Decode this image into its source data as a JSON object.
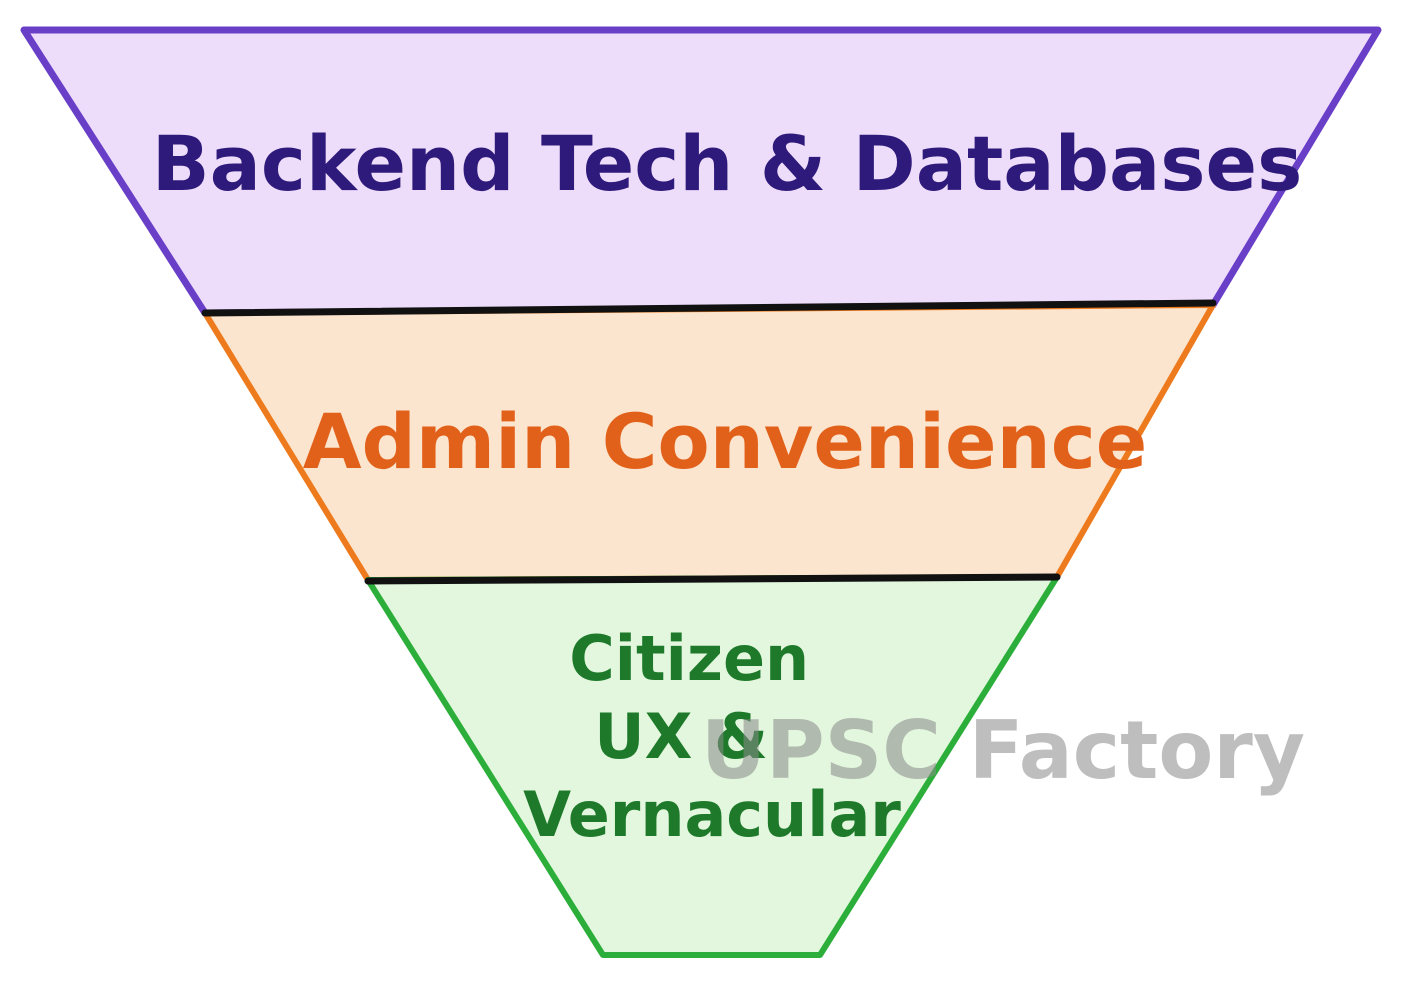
{
  "layers": [
    {
      "label_lines": [
        "Backend Tech & Databases"
      ],
      "fill": "#EEDDFA",
      "stroke": "#6A3FC8",
      "text_color": "#2E1A7A"
    },
    {
      "label_lines": [
        "Admin Convenience"
      ],
      "fill": "#FCE5CE",
      "stroke": "#EE7A1E",
      "text_color": "#E2611A"
    },
    {
      "label_lines": [
        "Citizen",
        "UX &",
        "Vernacular"
      ],
      "fill": "#E2F7DE",
      "stroke": "#2CAE3A",
      "text_color": "#1E7A2A"
    }
  ],
  "divider_color": "#111111",
  "watermark": {
    "text": "UPSC Factory",
    "color": "#8A8A8A"
  }
}
